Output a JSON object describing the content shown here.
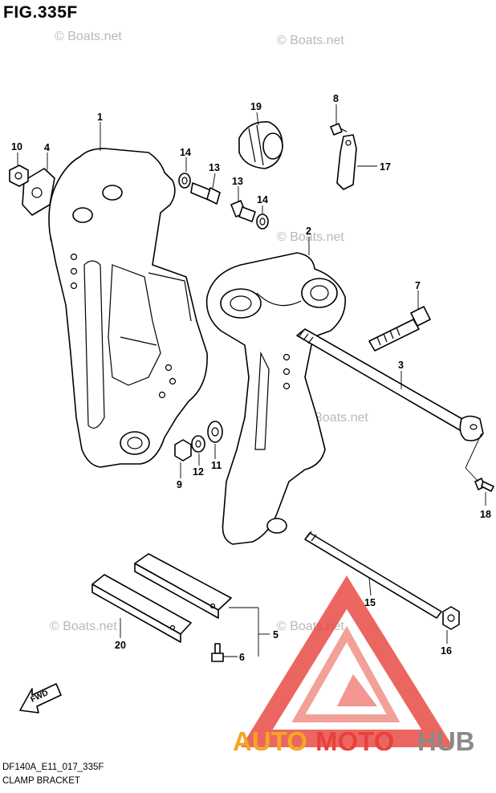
{
  "figure": {
    "title": "FIG.335F",
    "code": "DF140A_E11_017_335F",
    "name": "CLAMP BRACKET"
  },
  "callouts": {
    "c1": "1",
    "c2": "2",
    "c3": "3",
    "c4": "4",
    "c5": "5",
    "c6": "6",
    "c7": "7",
    "c8": "8",
    "c9": "9",
    "c10": "10",
    "c11": "11",
    "c12": "12",
    "c13a": "13",
    "c13b": "13",
    "c14a": "14",
    "c14b": "14",
    "c15": "15",
    "c16": "16",
    "c17": "17",
    "c18": "18",
    "c19": "19",
    "c20": "20"
  },
  "watermarks": {
    "site": "© Boats.net"
  },
  "fwd_label": "FWD",
  "brand": {
    "part1": "AUTO",
    "part2": "MOTO",
    "part3": "HUB",
    "color_orange": "#f5a623",
    "color_red": "#e8413a",
    "color_gray": "#8a8a8a"
  }
}
